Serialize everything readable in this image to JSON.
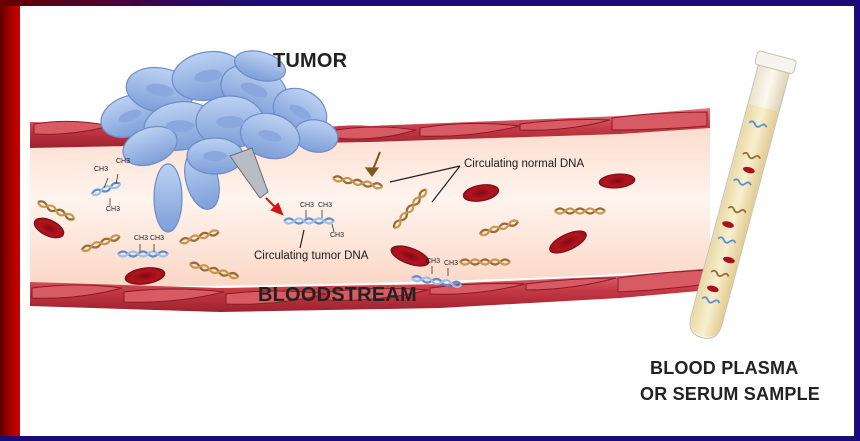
{
  "labels": {
    "tumor": "TUMOR",
    "bloodstream": "BLOODSTREAM",
    "normal_dna": "Circulating normal DNA",
    "tumor_dna": "Circulating tumor DNA",
    "sample_line1": "BLOOD PLASMA",
    "sample_line2": "OR SERUM SAMPLE",
    "methyl": "CH3"
  },
  "colors": {
    "frame_red": "#b00000",
    "frame_blue": "#1a0a7a",
    "vessel_wall": "#c7464f",
    "vessel_lumen": "#fde9de",
    "tumor_cells": "#9ab8e8",
    "normal_dna": "#9a6b2e",
    "tumor_dna": "#6f9fd8",
    "red_blood_cell": "#a8121e",
    "tube_plasma": "#f3e7bf"
  }
}
